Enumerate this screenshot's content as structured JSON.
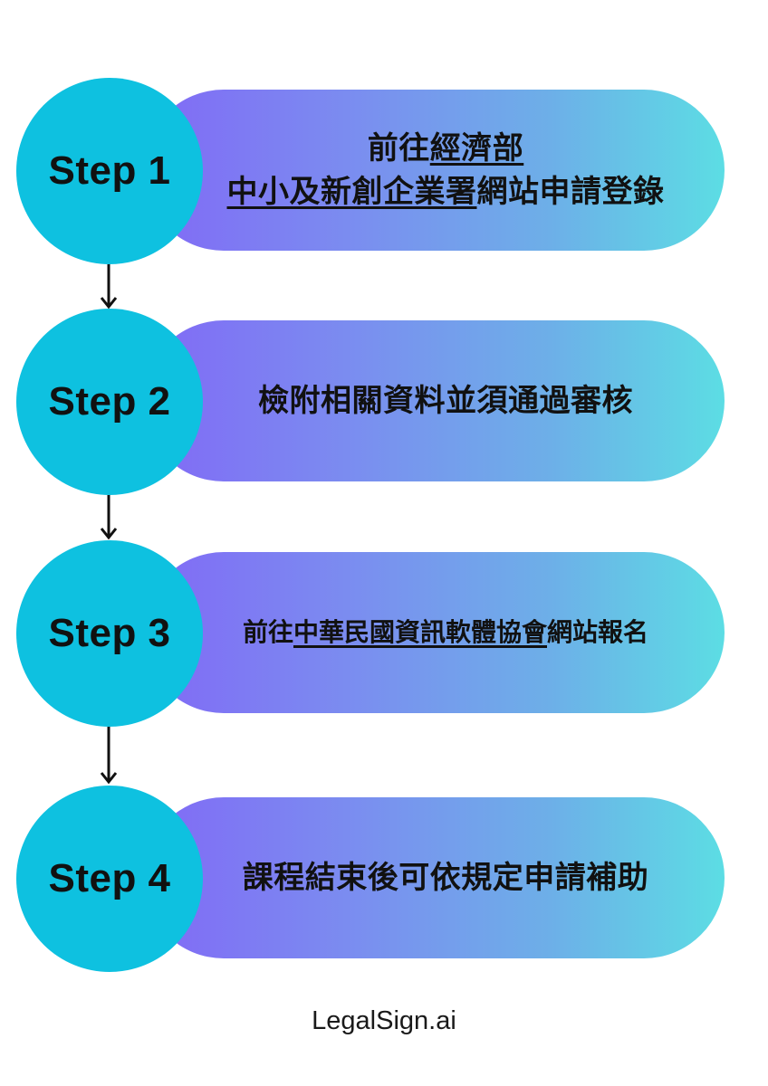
{
  "steps": [
    {
      "label": "Step 1",
      "lines": [
        [
          {
            "text": "前往"
          },
          {
            "text": "經濟部",
            "underline": true
          }
        ],
        [
          {
            "text": "中小及新創企業署",
            "underline": true
          },
          {
            "text": "網站申請登錄"
          }
        ]
      ]
    },
    {
      "label": "Step 2",
      "lines": [
        [
          {
            "text": "檢附相關資料並須通過審核"
          }
        ]
      ]
    },
    {
      "label": "Step 3",
      "small": true,
      "lines": [
        [
          {
            "text": "前往"
          },
          {
            "text": "中華民國資訊軟體協會",
            "underline": true
          },
          {
            "text": "網站報名"
          }
        ]
      ]
    },
    {
      "label": "Step 4",
      "lines": [
        [
          {
            "text": "課程結束後可依規定申請補助"
          }
        ]
      ]
    }
  ],
  "brand": "LegalSign.ai",
  "colors": {
    "circle": "#0ec1e0",
    "gradient_start": "#8169f6",
    "gradient_end": "#5cdde4",
    "text": "#111111"
  }
}
